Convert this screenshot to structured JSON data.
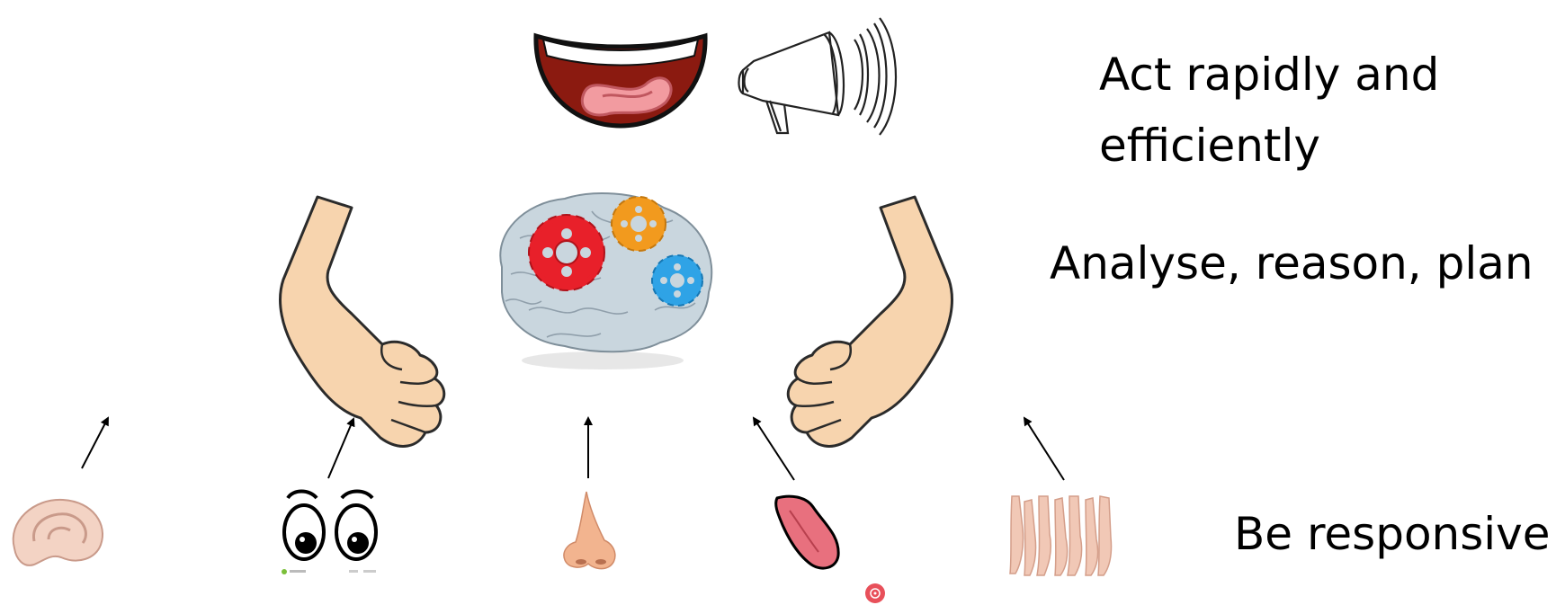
{
  "captions": {
    "act_line1": "Act rapidly and",
    "act_line2": "efficiently",
    "analyse": "Analyse, reason, plan",
    "responsive": "Be responsive"
  },
  "icons": {
    "top": [
      "mouth-icon",
      "megaphone-icon"
    ],
    "center": [
      "brain-gears-icon"
    ],
    "sides": [
      "left-arm-icon",
      "right-arm-icon"
    ],
    "senses": [
      "ear-icon",
      "eyes-icon",
      "nose-icon",
      "tongue-icon",
      "hands-icon"
    ],
    "misc": [
      "small-red-badge-icon"
    ]
  },
  "colors": {
    "skin": "#f7d4ae",
    "mouth_dark": "#8b1a10",
    "tongue": "#f29ba0",
    "gear_red": "#e8202a",
    "gear_orange": "#f29a1e",
    "gear_blue": "#2fa3e6",
    "brain": "#c9d6de",
    "text": "#000000"
  }
}
